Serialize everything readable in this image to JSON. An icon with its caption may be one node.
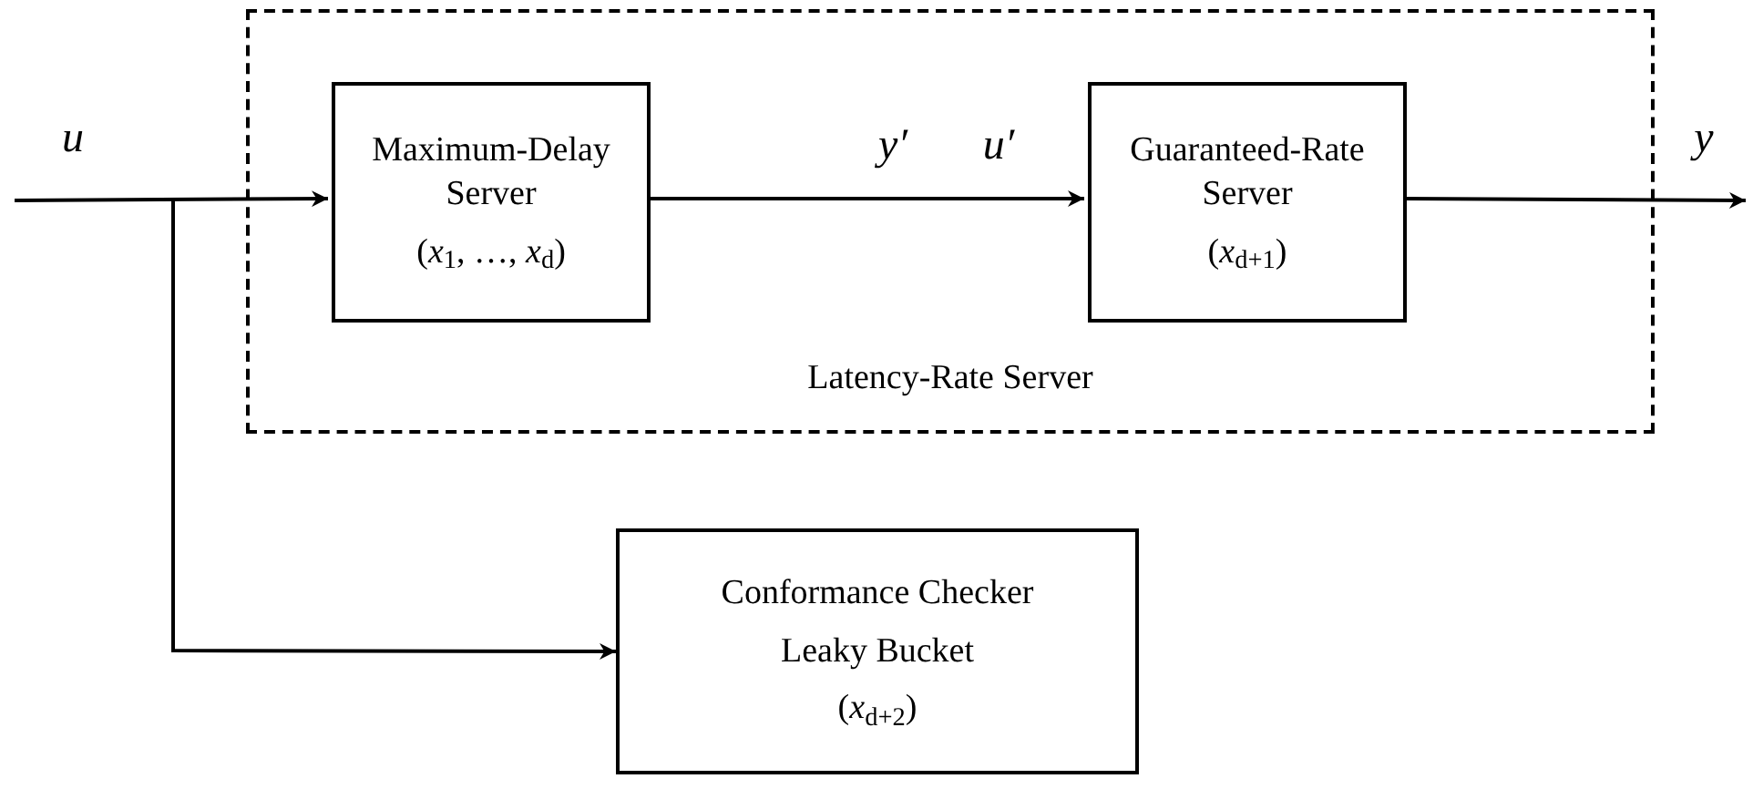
{
  "diagram": {
    "nodes": [
      {
        "text": [
          "Latency-Rate Server"
        ]
      },
      {
        "text": [
          "Maximum-Delay Server",
          "(*x*$_{1}$, …, *x*$_{d}$)"
        ],
        "in": 0
      },
      {
        "text": [
          "Guaranteed-Rate Server",
          "(*x*$_{d+1}$)"
        ],
        "in": 0
      },
      {
        "text": [
          "Conformance Checker",
          "Leaky Bucket",
          "(*x*$_{d+2}$)"
        ]
      }
    ],
    "edges": [
      {
        "from": null,
        "to": 1,
        "arrow": "to",
        "label": "u"
      },
      {
        "from": null,
        "to": 3,
        "arrow": "to"
      },
      {
        "from": 1,
        "to": 2,
        "arrow": "to"
      },
      {
        "from": 2,
        "to": null,
        "arrow": "to",
        "label": "y"
      }
    ],
    "labels": [
      "y′",
      "u′"
    ]
  }
}
